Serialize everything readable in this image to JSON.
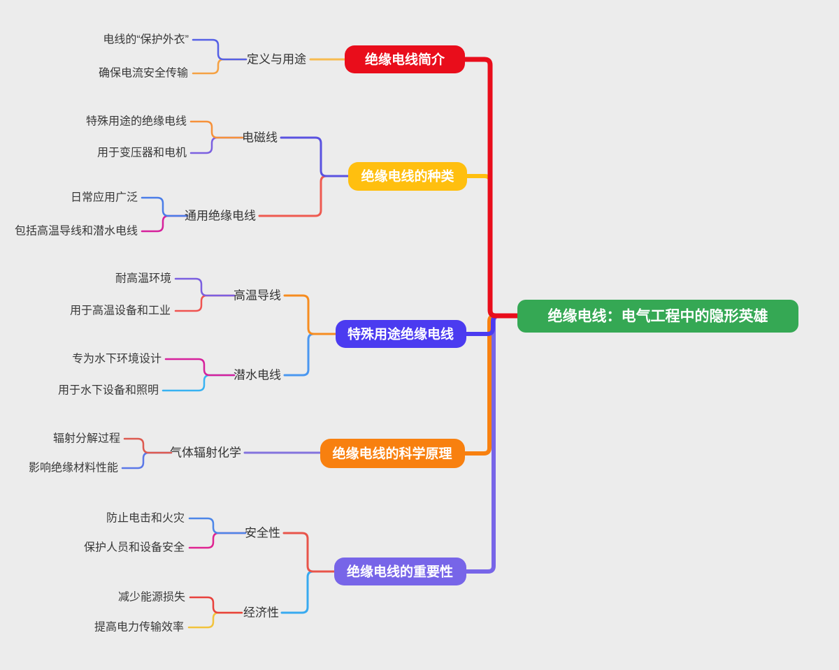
{
  "canvas": {
    "background": "#ececec"
  },
  "root": {
    "label": "绝缘电线：电气工程中的隐形英雄",
    "color": "#35a854",
    "text_color": "#ffffff"
  },
  "branches": [
    {
      "label": "绝缘电线简介",
      "color": "#e90d1b",
      "link_color": "#e90d1b",
      "children": [
        {
          "label": "定义与用途",
          "link_color": "#f7bb50",
          "children": [
            {
              "label": "电线的“保护外衣”",
              "link_color": "#5560e6"
            },
            {
              "label": "确保电流安全传输",
              "link_color": "#f5a143"
            }
          ]
        }
      ]
    },
    {
      "label": "绝缘电线的种类",
      "color": "#ffbf0f",
      "link_color": "#ffbf0f",
      "children": [
        {
          "label": "电磁线",
          "link_color": "#5a52e0",
          "children": [
            {
              "label": "特殊用途的绝缘电线",
              "link_color": "#f6913a"
            },
            {
              "label": "用于变压器和电机",
              "link_color": "#7b60e0"
            }
          ]
        },
        {
          "label": "通用绝缘电线",
          "link_color": "#ee5a50",
          "children": [
            {
              "label": "日常应用广泛",
              "link_color": "#4a7de8"
            },
            {
              "label": "包括高温导线和潜水电线",
              "link_color": "#d6219c"
            }
          ]
        }
      ]
    },
    {
      "label": "特殊用途绝缘电线",
      "color": "#4b3bf0",
      "link_color": "#4b3bf0",
      "children": [
        {
          "label": "高温导线",
          "link_color": "#f68c20",
          "children": [
            {
              "label": "耐高温环境",
              "link_color": "#7b5fe0"
            },
            {
              "label": "用于高温设备和工业",
              "link_color": "#ef5350"
            }
          ]
        },
        {
          "label": "潜水电线",
          "link_color": "#4a97f0",
          "children": [
            {
              "label": "专为水下环境设计",
              "link_color": "#d6219c"
            },
            {
              "label": "用于水下设备和照明",
              "link_color": "#38b2f2"
            }
          ]
        }
      ]
    },
    {
      "label": "绝缘电线的科学原理",
      "color": "#f8800f",
      "link_color": "#f8800f",
      "children": [
        {
          "label": "气体辐射化学",
          "link_color": "#8373dd",
          "children": [
            {
              "label": "辐射分解过程",
              "link_color": "#dd5a50"
            },
            {
              "label": "影响绝缘材料性能",
              "link_color": "#5b78e8"
            }
          ]
        }
      ]
    },
    {
      "label": "绝缘电线的重要性",
      "color": "#7765e8",
      "link_color": "#7765e8",
      "children": [
        {
          "label": "安全性",
          "link_color": "#e8544a",
          "children": [
            {
              "label": "防止电击和火灾",
              "link_color": "#4c86e8"
            },
            {
              "label": "保护人员和设备安全",
              "link_color": "#df2391"
            }
          ]
        },
        {
          "label": "经济性",
          "link_color": "#38aaf0",
          "children": [
            {
              "label": "减少能源损失",
              "link_color": "#e8413c"
            },
            {
              "label": "提高电力传输效率",
              "link_color": "#f2c33c"
            }
          ]
        }
      ]
    }
  ]
}
